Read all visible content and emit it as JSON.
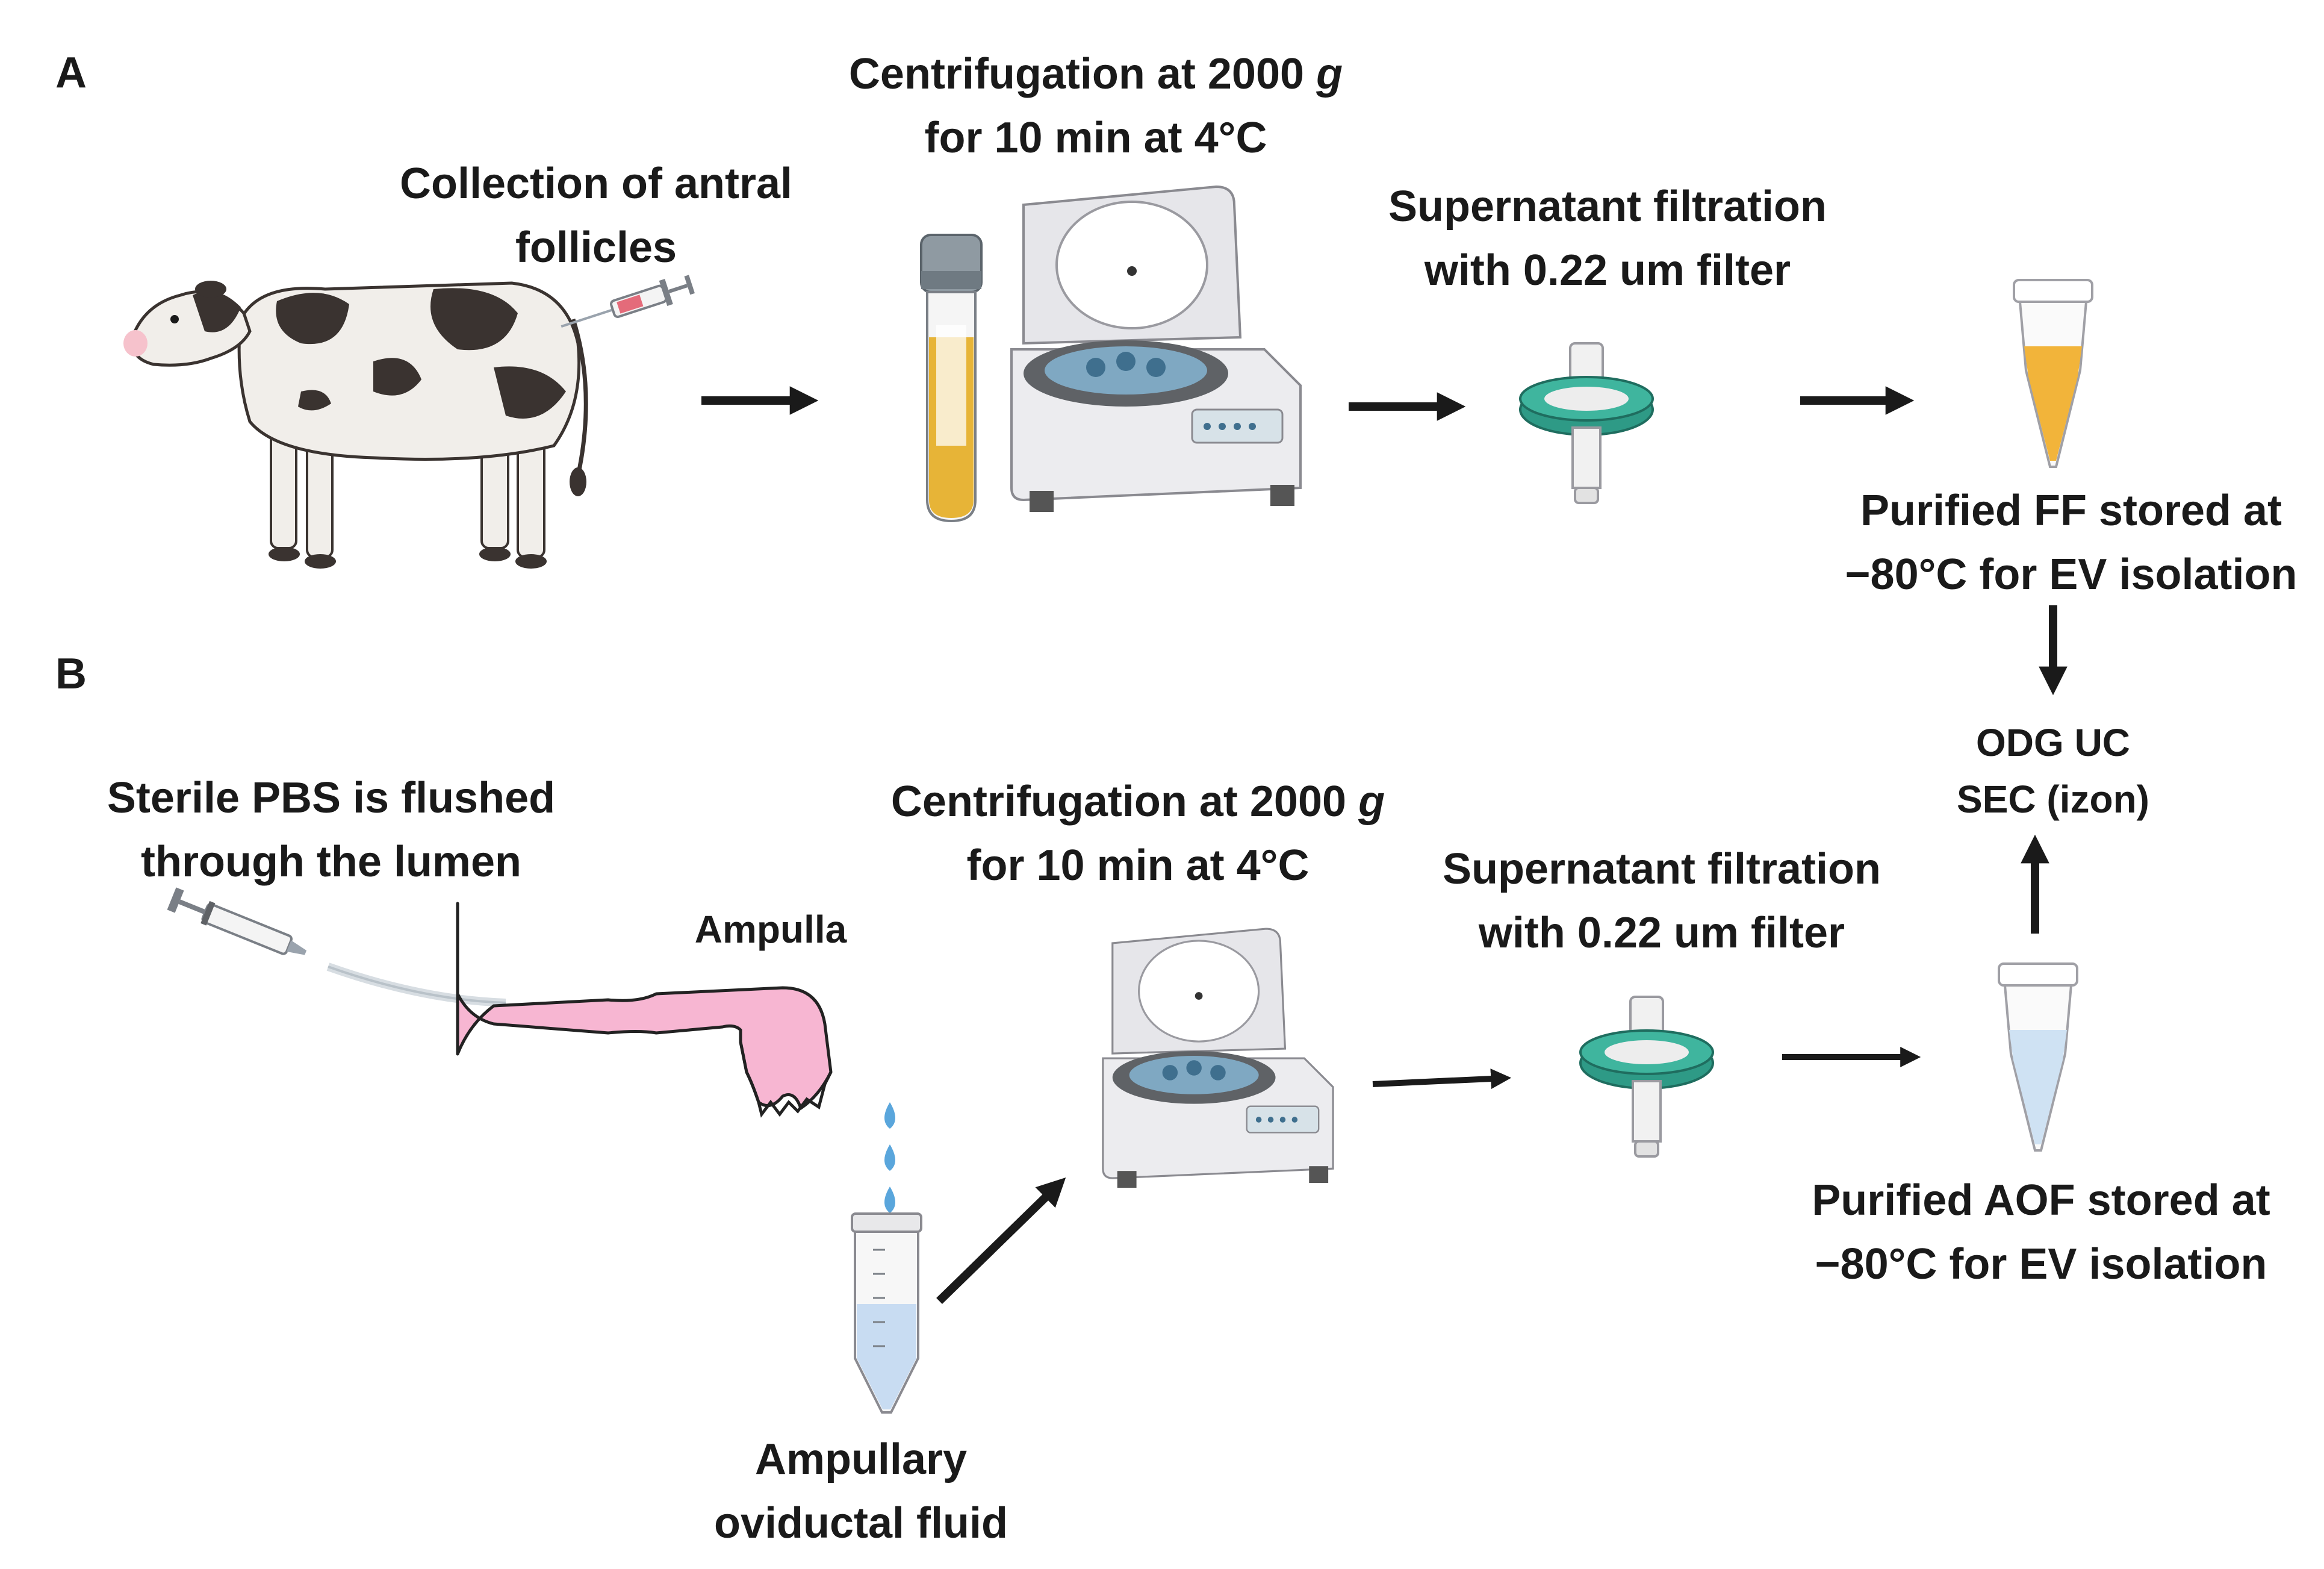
{
  "panels": {
    "a": "A",
    "b": "B"
  },
  "row_a": {
    "collection": [
      "Collection of antral",
      "follicles"
    ],
    "centrifugation": [
      "Centrifugation at 2000 ",
      "g",
      "for 10 min at 4°C"
    ],
    "filtration": [
      "Supernatant filtration",
      "with 0.22 um filter"
    ],
    "stored": [
      "Purified FF stored at",
      "−80°C for EV isolation"
    ]
  },
  "methods": [
    "ODG UC",
    "SEC (izon)"
  ],
  "row_b": {
    "flush": [
      "Sterile PBS is flushed",
      "through the lumen"
    ],
    "ampulla": "Ampulla",
    "fluid": [
      "Ampullary",
      "oviductal fluid"
    ],
    "centrifugation": [
      "Centrifugation at 2000 ",
      "g",
      "for 10 min at 4°C"
    ],
    "filtration": [
      "Supernatant filtration",
      "with 0.22 um filter"
    ],
    "stored": [
      "Purified AOF stored at",
      "−80°C for EV isolation"
    ]
  },
  "colors": {
    "follicular_fluid": "#f2b43a",
    "oviductal_fluid": "#cfe2f3",
    "filter_ring": "#2e9a86",
    "tissue": "#f7b6d2",
    "arrow": "#1a1a1a"
  }
}
